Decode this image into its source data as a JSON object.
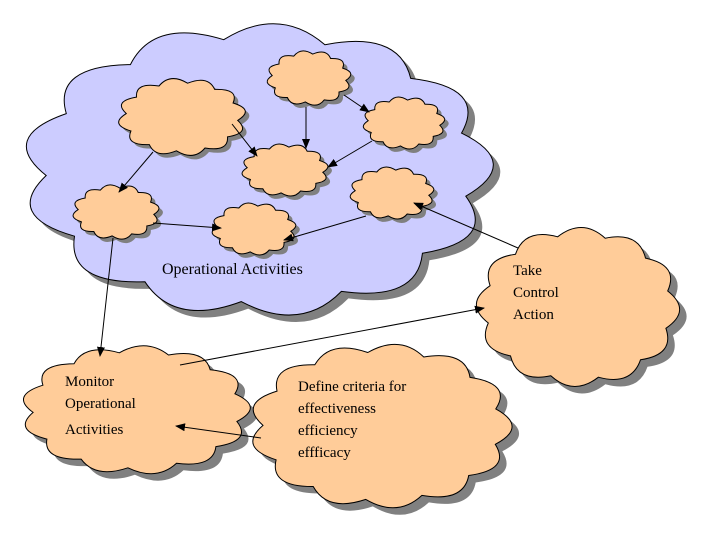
{
  "diagram": {
    "operational_activities": "Operational Activities",
    "take_control_action": [
      "Take",
      "Control",
      "Action"
    ],
    "monitor": [
      "Monitor",
      "Operational",
      "Activities"
    ],
    "define_criteria": [
      "Define criteria for",
      "effectiveness",
      "efficiency",
      "effficacy"
    ]
  },
  "colors": {
    "big_cloud_fill": "#ccccff",
    "small_cloud_fill": "#ffcc99",
    "outline": "#000000",
    "shadow": "#808080"
  }
}
